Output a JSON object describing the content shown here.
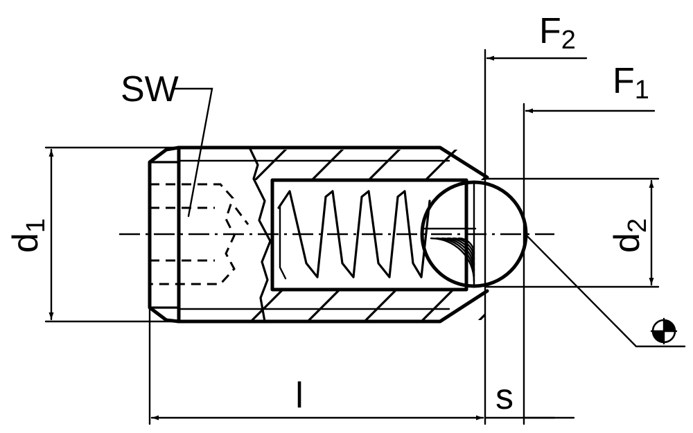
{
  "labels": {
    "sw": "SW",
    "f2_main": "F",
    "f2_sub": "2",
    "f1_main": "F",
    "f1_sub": "1",
    "d1_main": "d",
    "d1_sub": "1",
    "d2_main": "d",
    "d2_sub": "2",
    "l": "l",
    "s": "s"
  },
  "colors": {
    "line": "#000000",
    "background": "#ffffff"
  },
  "icons": {
    "projection": "first-angle-projection-icon"
  }
}
